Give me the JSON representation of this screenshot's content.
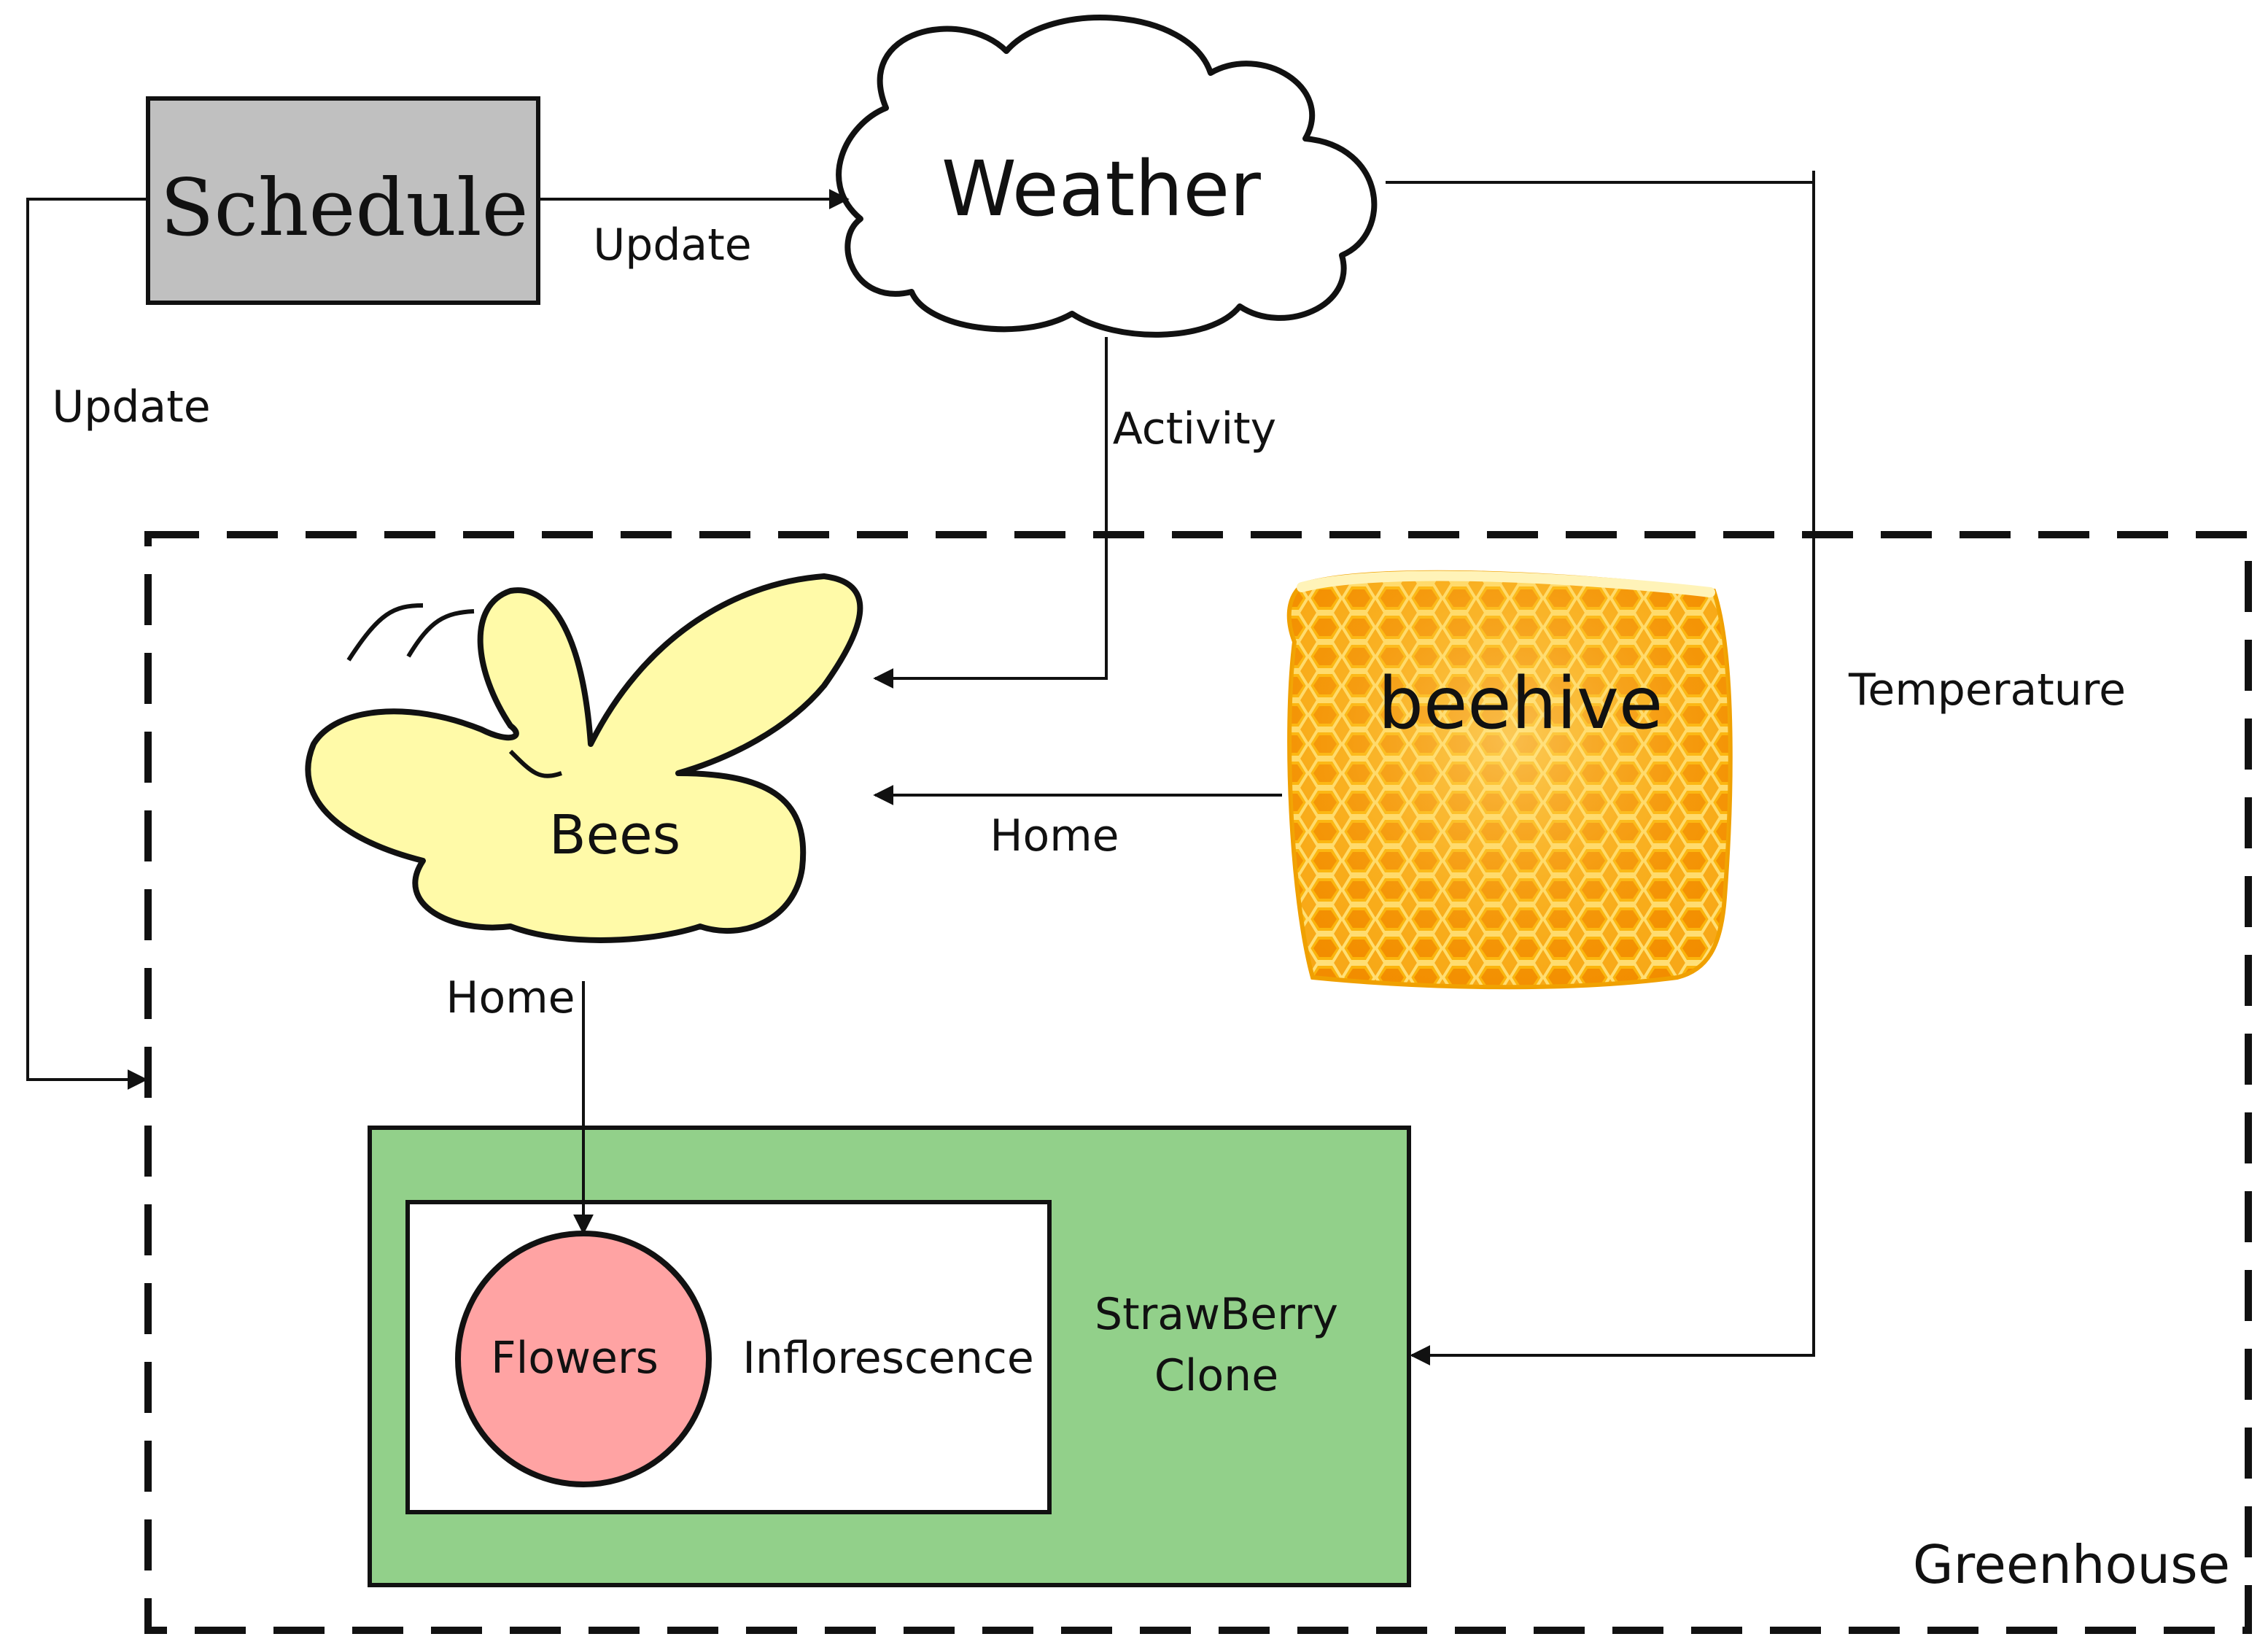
{
  "nodes": {
    "schedule": "Schedule",
    "weather": "Weather",
    "bees": "Bees",
    "beehive": "beehive",
    "flowers": "Flowers",
    "inflorescence": "Inflorescence",
    "strawberry_line1": "StrawBerry",
    "strawberry_line2": "Clone",
    "greenhouse": "Greenhouse"
  },
  "edges": {
    "schedule_to_weather": "Update",
    "schedule_to_greenhouse": "Update",
    "weather_to_bees": "Activity",
    "weather_to_strawberry": "Temperature",
    "beehive_to_bees": "Home",
    "bees_to_flowers": "Home"
  },
  "colors": {
    "schedule_fill": "#c0c0c0",
    "bees_fill": "#fffaa8",
    "strawberry_fill": "#92d08a",
    "flowers_fill": "#ffa3a3",
    "honey_light": "#ffd449",
    "honey_dark": "#f39a00",
    "line": "#111111"
  }
}
